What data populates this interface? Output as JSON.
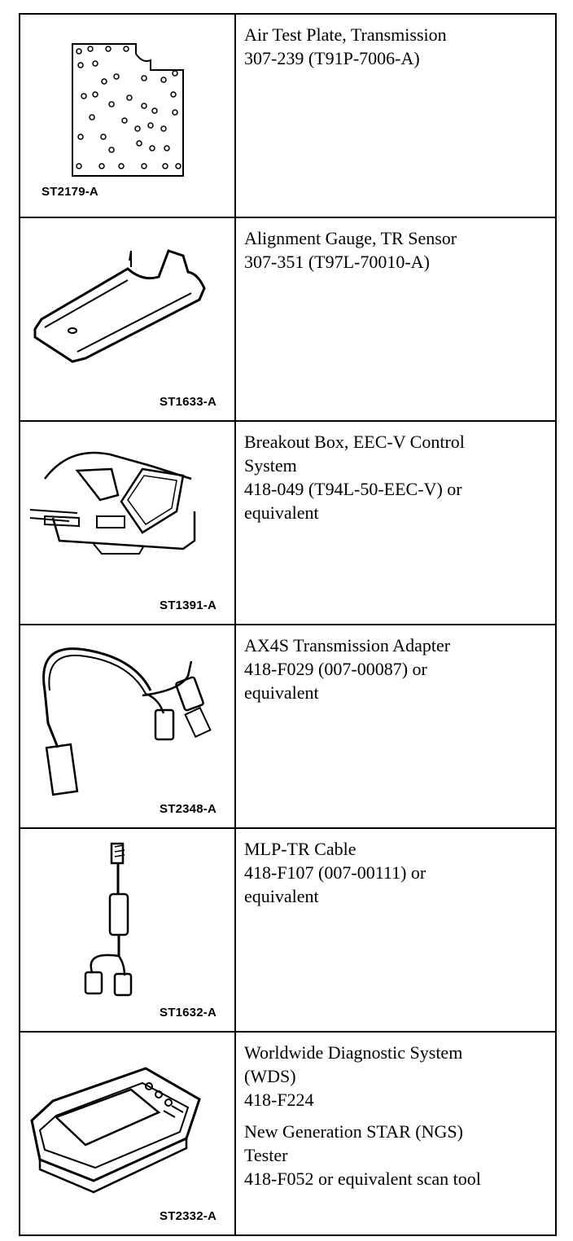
{
  "tools": [
    {
      "code": "ST2179-A",
      "icon": "air-test-plate-illustration",
      "lines": [
        "Air Test Plate, Transmission",
        "307-239 (T91P-7006-A)"
      ]
    },
    {
      "code": "ST1633-A",
      "icon": "alignment-gauge-illustration",
      "lines": [
        "Alignment Gauge, TR Sensor",
        "307-351 (T97L-70010-A)"
      ]
    },
    {
      "code": "ST1391-A",
      "icon": "breakout-box-illustration",
      "lines": [
        "Breakout Box, EEC-V Control",
        "System",
        "418-049 (T94L-50-EEC-V) or",
        "equivalent"
      ]
    },
    {
      "code": "ST2348-A",
      "icon": "transmission-adapter-illustration",
      "lines": [
        "AX4S Transmission Adapter",
        "418-F029 (007-00087) or",
        "equivalent"
      ]
    },
    {
      "code": "ST1632-A",
      "icon": "mlp-tr-cable-illustration",
      "lines": [
        "MLP-TR Cable",
        "418-F107 (007-00111) or",
        "equivalent"
      ]
    },
    {
      "code": "ST2332-A",
      "icon": "diagnostic-tester-illustration",
      "lines": [
        "Worldwide Diagnostic System",
        "(WDS)",
        "418-F224"
      ],
      "lines2": [
        "New Generation STAR (NGS)",
        "Tester",
        "418-F052 or equivalent scan tool"
      ]
    }
  ]
}
